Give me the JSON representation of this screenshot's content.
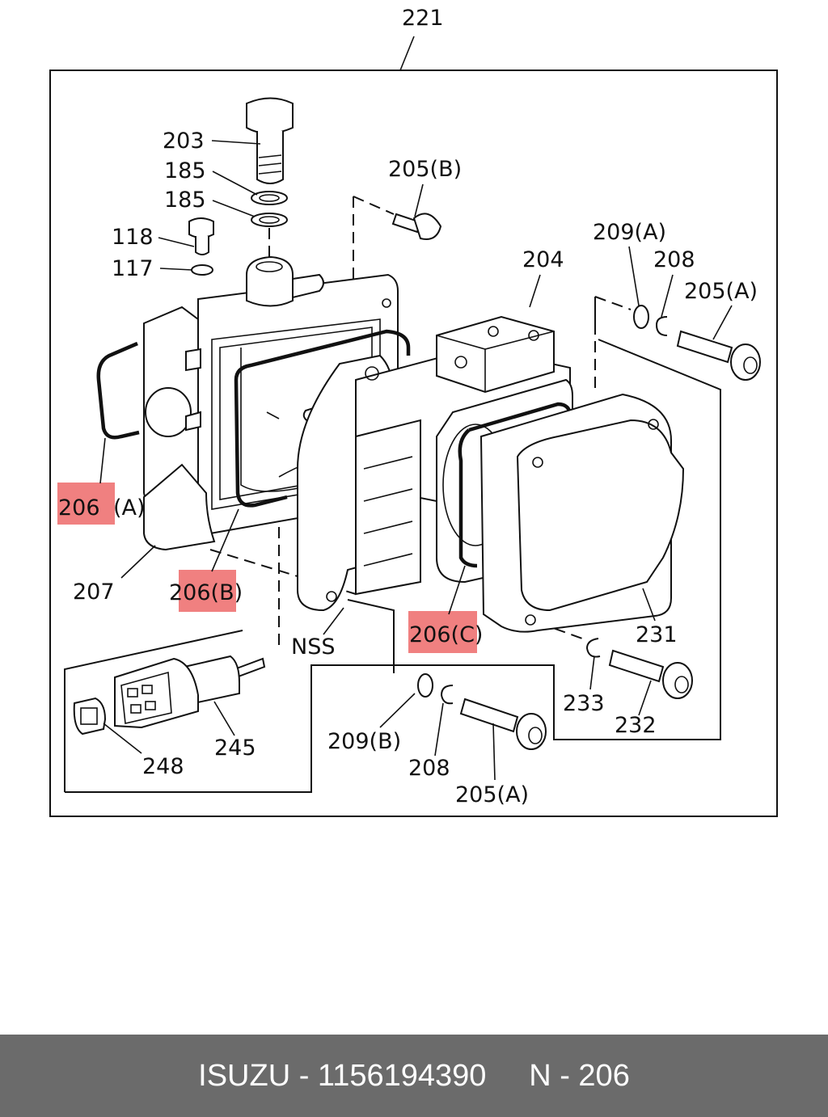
{
  "diagram": {
    "labels": {
      "assembly": "221",
      "bolt_203": "203",
      "washer_185_a": "185",
      "washer_185_b": "185",
      "bolt_205b": "205(B)",
      "screw_118": "118",
      "washer_117": "117",
      "washer_209a": "209(A)",
      "housing_204": "204",
      "clip_208_top": "208",
      "bolt_205a_top": "205(A)",
      "gasket_206a": "206",
      "gasket_206a_suffix": "(A)",
      "bracket_207": "207",
      "gasket_206b": "206(B)",
      "nss": "NSS",
      "gasket_206c": "206(C)",
      "cover_231": "231",
      "clip_233": "233",
      "bolt_232": "232",
      "washer_209b": "209(B)",
      "clip_208_bottom": "208",
      "bolt_205a_bottom": "205(A)",
      "connector_245": "245",
      "cap_248": "248"
    },
    "highlight_color": "#f08080"
  },
  "footer": {
    "text": "ISUZU - 1156194390     N - 206",
    "background": "#6b6b6b",
    "color": "#ffffff"
  }
}
